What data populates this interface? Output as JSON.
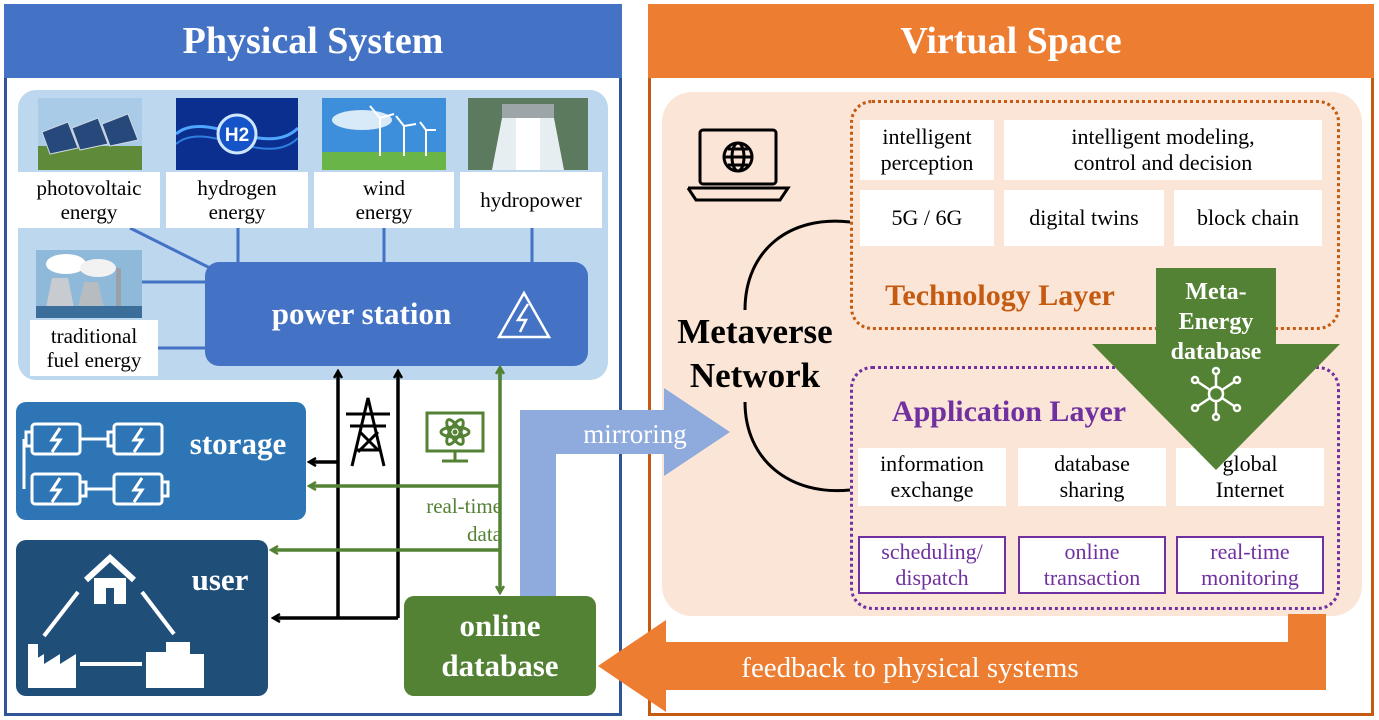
{
  "physical": {
    "title": "Physical System",
    "energy_sources": [
      {
        "label_line1": "photovoltaic",
        "label_line2": "energy"
      },
      {
        "label_line1": "hydrogen",
        "label_line2": "energy"
      },
      {
        "label_line1": "wind",
        "label_line2": "energy"
      },
      {
        "label_line1": "hydropower",
        "label_line2": ""
      },
      {
        "label_line1": "traditional",
        "label_line2": "fuel energy"
      }
    ],
    "hydrogen_badge": "H2",
    "power_station": "power station",
    "storage": "storage",
    "user": "user",
    "online_database_line1": "online",
    "online_database_line2": "database",
    "realtime_line1": "real-time",
    "realtime_line2": "data"
  },
  "flows": {
    "mirroring": "mirroring",
    "feedback": "feedback to physical systems"
  },
  "virtual": {
    "title": "Virtual Space",
    "network_line1": "Metaverse",
    "network_line2": "Network",
    "technology_layer": {
      "title": "Technology Layer",
      "items": [
        {
          "line1": "intelligent",
          "line2": "perception"
        },
        {
          "line1": "intelligent modeling,",
          "line2": "control and decision"
        },
        {
          "line1": "5G / 6G",
          "line2": ""
        },
        {
          "line1": "digital twins",
          "line2": ""
        },
        {
          "line1": "block chain",
          "line2": ""
        }
      ]
    },
    "meta_db": {
      "line1": "Meta-",
      "line2": "Energy",
      "line3": "database"
    },
    "application_layer": {
      "title": "Application Layer",
      "items": [
        {
          "line1": "information",
          "line2": "exchange"
        },
        {
          "line1": "database",
          "line2": "sharing"
        },
        {
          "line1": "global",
          "line2": "Internet"
        }
      ],
      "services": [
        {
          "line1": "scheduling/",
          "line2": "dispatch"
        },
        {
          "line1": "online",
          "line2": "transaction"
        },
        {
          "line1": "real-time",
          "line2": "monitoring"
        }
      ]
    }
  },
  "colors": {
    "physical_blue": "#4472c4",
    "virtual_orange": "#ed7d31",
    "storage_blue": "#2e75b6",
    "user_navy": "#1f4e79",
    "database_green": "#548235",
    "application_purple": "#7030a0",
    "technology_brown": "#c55a11"
  },
  "icons": [
    "solar-panel-photo",
    "hydrogen-photo",
    "wind-turbine-photo",
    "dam-photo",
    "power-plant-photo",
    "high-voltage-icon",
    "battery-icon",
    "house-icon",
    "factory-icon",
    "buildings-icon",
    "transmission-tower-icon",
    "monitor-atom-icon",
    "laptop-globe-icon",
    "network-node-icon"
  ]
}
